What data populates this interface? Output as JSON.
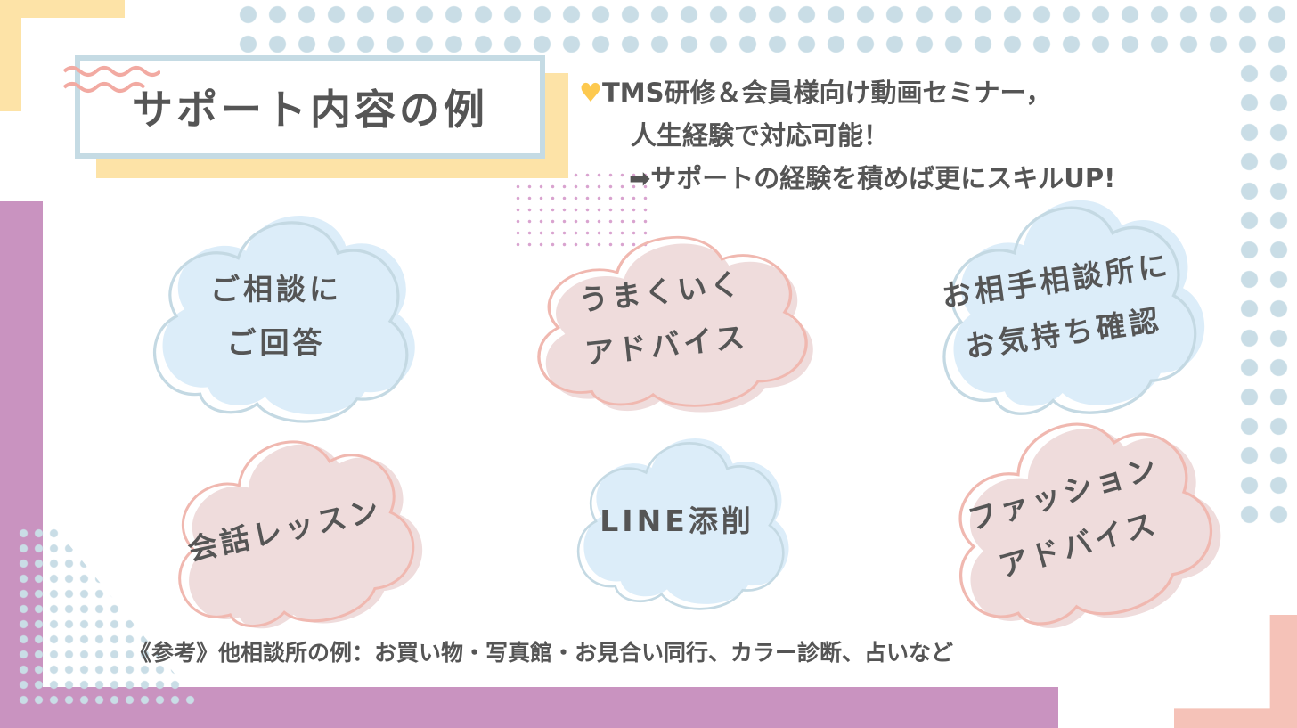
{
  "title": "サポート内容の例",
  "intro": {
    "line1": "TMS研修＆会員様向け動画セミナー，",
    "line2": "人生経験で対応可能！",
    "line3": "➡サポートの経験を積めば更にスキルUP!",
    "heart_icon": "heart-icon",
    "heart_color": "#fdc94f"
  },
  "clouds": [
    {
      "lines": [
        "ご相談に",
        "ご回答"
      ],
      "color": "blue"
    },
    {
      "lines": [
        "うまくいく",
        "アドバイス"
      ],
      "color": "pink"
    },
    {
      "lines": [
        "お相手相談所に",
        "お気持ち確認"
      ],
      "color": "blue"
    },
    {
      "lines": [
        "会話レッスン"
      ],
      "color": "pink"
    },
    {
      "lines": [
        "LINE添削"
      ],
      "color": "blue"
    },
    {
      "lines": [
        "ファッション",
        "アドバイス"
      ],
      "color": "pink"
    }
  ],
  "reference": "《参考》他相談所の例：お買い物・写真館・お見合い同行、カラー診断、占いなど",
  "colors": {
    "blue_fill": "#dcedf9",
    "blue_stroke": "#c4d9e3",
    "pink_fill": "#efdcdc",
    "pink_stroke": "#f0b8b0",
    "purple": "#c993c0",
    "yellow": "#fde3a7"
  }
}
